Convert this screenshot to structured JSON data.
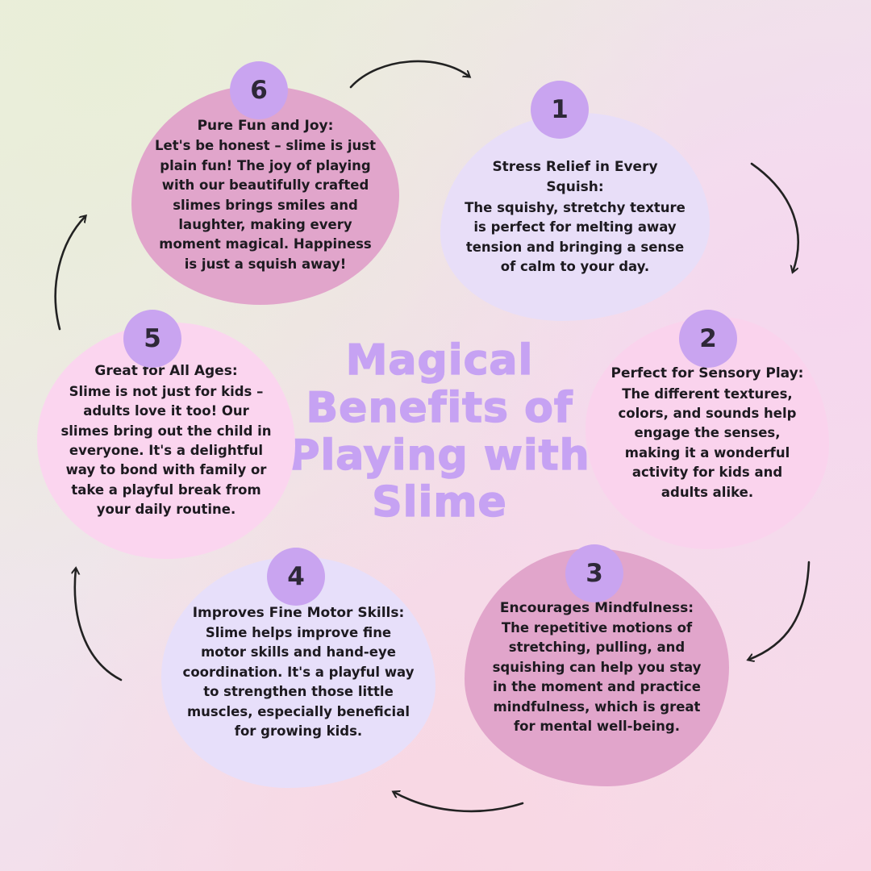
{
  "title": "Magical\nBenefits of\nPlaying with\nSlime",
  "benefits": [
    {
      "number": "1",
      "heading": "Stress Relief in Every Squish:",
      "body": "The squishy, stretchy texture is perfect for melting away tension and bringing a sense of calm to your day."
    },
    {
      "number": "2",
      "heading": "Perfect for Sensory Play:",
      "body": "The different textures, colors, and sounds help engage the senses, making it a wonderful activity for kids and adults alike."
    },
    {
      "number": "3",
      "heading": "Encourages Mindfulness:",
      "body": "The repetitive motions of stretching, pulling, and squishing can help you stay in the moment and practice mindfulness, which is great for mental well-being."
    },
    {
      "number": "4",
      "heading": "Improves Fine Motor Skills:",
      "body": "Slime helps improve fine motor skills and hand-eye coordination. It's a playful way to strengthen those little muscles, especially beneficial for growing kids."
    },
    {
      "number": "5",
      "heading": "Great for All Ages:",
      "body": "Slime is not just for kids – adults love it too! Our slimes bring out the child in everyone. It's a delightful way to bond with family or take a playful break from your daily routine."
    },
    {
      "number": "6",
      "heading": "Pure Fun and Joy:",
      "body": "Let's be honest – slime is just plain fun! The joy of playing with our beautifully crafted slimes brings smiles and laughter, making every moment magical. Happiness is just a squish away!"
    }
  ],
  "colors": {
    "blob_lavender": "#e8def8",
    "blob_pink": "#fbd5ef",
    "blob_mauve": "#e1a5cb",
    "badge": "#c9a4f0",
    "title": "#c6a2f3",
    "arrow": "#222222",
    "body_text": "#1d1a20"
  }
}
